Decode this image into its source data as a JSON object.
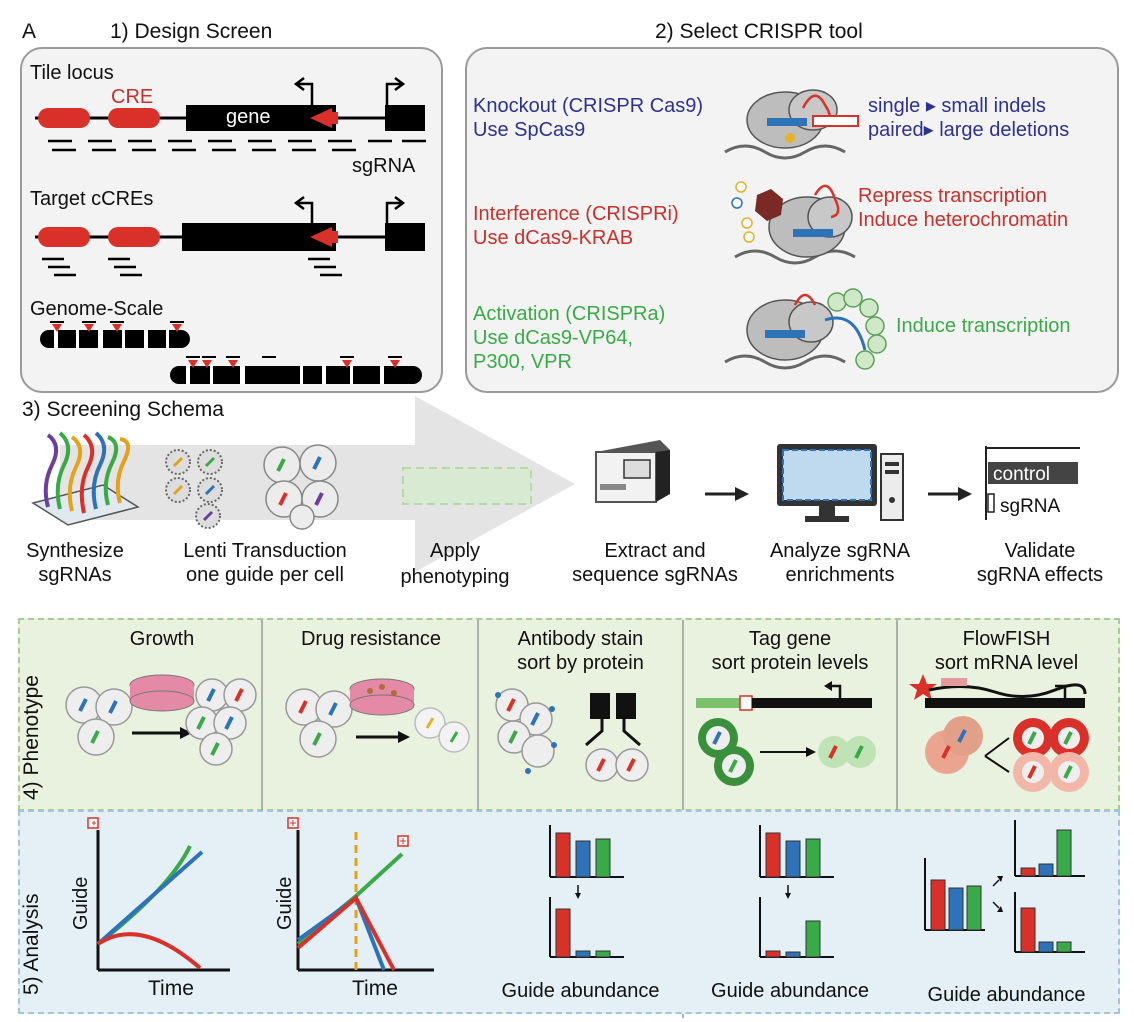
{
  "panel_letter": "A",
  "design": {
    "title": "1) Design Screen",
    "tile_locus": "Tile locus",
    "cre": "CRE",
    "gene": "gene",
    "sgrna": "sgRNA",
    "target_ccres": "Target cCREs",
    "genome_scale": "Genome-Scale"
  },
  "select": {
    "title": "2) Select CRISPR tool",
    "knockout": [
      "Knockout (CRISPR Cas9)",
      "Use SpCas9"
    ],
    "knockout_effects": [
      "single ▸ small indels",
      "paired▸ large deletions"
    ],
    "interference": [
      "Interference (CRISPRi)",
      "Use dCas9-KRAB"
    ],
    "interference_effects": [
      "Repress transcription",
      "Induce heterochromatin"
    ],
    "activation": [
      "Activation (CRISPRa)",
      "Use dCas9-VP64,",
      "P300, VPR"
    ],
    "activation_effects": [
      "Induce transcription"
    ]
  },
  "schema": {
    "title": "3) Screening Schema",
    "steps": [
      [
        "Synthesize",
        "sgRNAs"
      ],
      [
        "Lenti Transduction",
        "one guide per cell"
      ],
      [
        "Apply",
        "phenotyping"
      ],
      [
        "Extract and",
        "sequence sgRNAs"
      ],
      [
        "Analyze sgRNA",
        "enrichments"
      ],
      [
        "Validate",
        "sgRNA effects"
      ]
    ],
    "validate_control": "control",
    "validate_sgrna": "sgRNA"
  },
  "phenotype": {
    "row_label": "4) Phenotype",
    "columns": [
      [
        "Growth"
      ],
      [
        "Drug resistance"
      ],
      [
        "Antibody stain",
        "sort by protein"
      ],
      [
        "Tag gene",
        "sort protein levels"
      ],
      [
        "FlowFISH",
        "sort mRNA level"
      ]
    ]
  },
  "analysis": {
    "row_label": "5) Analysis",
    "guide": "Guide",
    "time": "Time",
    "guide_abundance": "Guide abundance"
  },
  "colors": {
    "red": "#d9302a",
    "blue": "#2e72b8",
    "green": "#3aaa48",
    "knockout": "#2e3192",
    "interference": "#c8302c",
    "activation": "#3aaa48",
    "phenotype_bg": "#e9f2df",
    "analysis_bg": "#e4f0f6"
  }
}
